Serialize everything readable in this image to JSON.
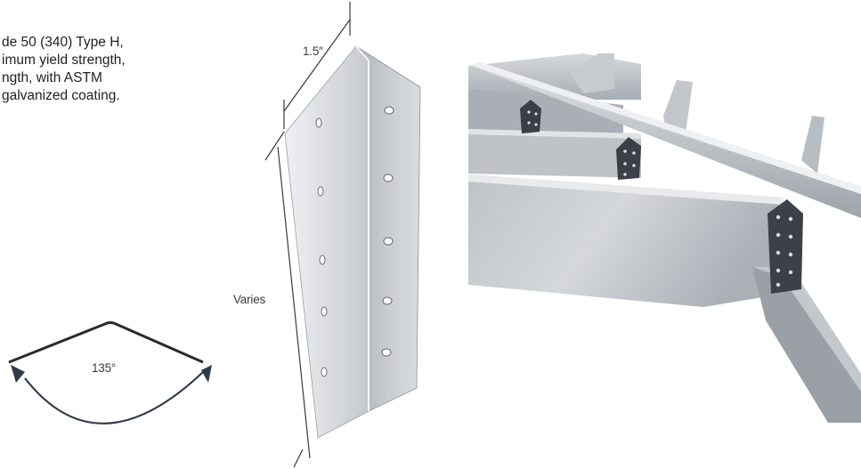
{
  "spec": {
    "lines": [
      "de 50 (340) Type H,",
      "imum yield strength,",
      "ngth, with ASTM",
      "galvanized coating."
    ]
  },
  "dimensions": {
    "width_label": "1.5″",
    "length_label": "Varies",
    "angle_label": "135°"
  },
  "colors": {
    "steel_light": "#dcdfe3",
    "steel_mid": "#b9bec4",
    "steel_dark": "#8e949b",
    "text": "#231f20"
  }
}
